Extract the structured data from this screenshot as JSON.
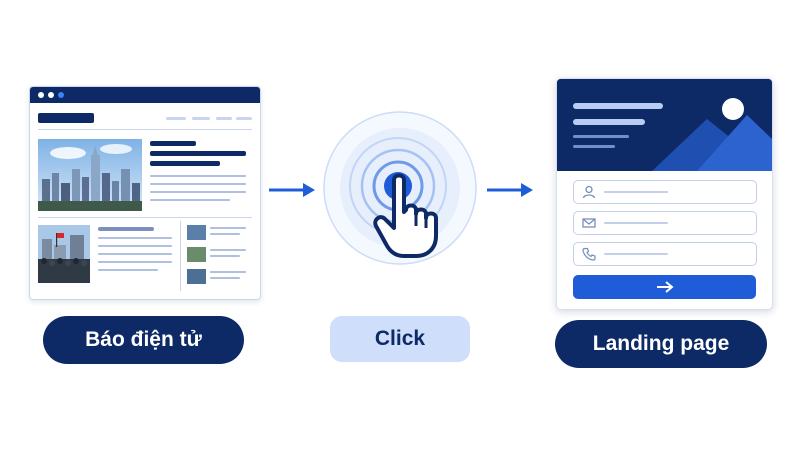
{
  "steps": {
    "news_label": "Báo điện tử",
    "click_label": "Click",
    "landing_label": "Landing page"
  },
  "icons": {
    "user": "user-icon",
    "mail": "mail-icon",
    "phone": "phone-icon",
    "submit": "arrow-right-icon",
    "hand": "hand-pointer-icon"
  },
  "colors": {
    "navy": "#0d2a66",
    "accent_blue": "#1e5cd8",
    "light_blue": "#cfdefb"
  }
}
